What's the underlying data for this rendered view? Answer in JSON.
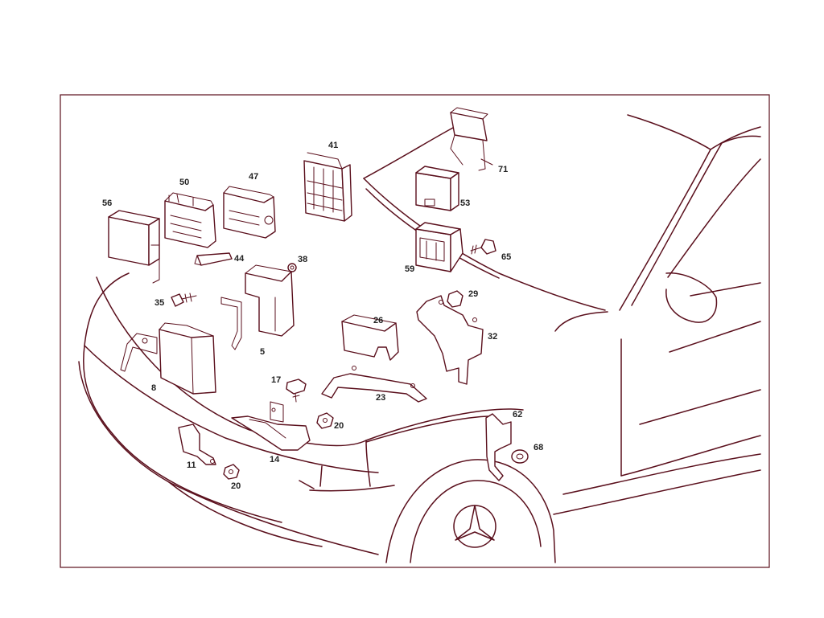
{
  "diagram": {
    "line_color": "#5a0f1c",
    "label_color": "#222222",
    "background": "#ffffff",
    "callouts": [
      {
        "id": "56",
        "text": "56"
      },
      {
        "id": "50",
        "text": "50"
      },
      {
        "id": "47",
        "text": "47"
      },
      {
        "id": "41",
        "text": "41"
      },
      {
        "id": "71",
        "text": "71"
      },
      {
        "id": "53",
        "text": "53"
      },
      {
        "id": "65",
        "text": "65"
      },
      {
        "id": "59",
        "text": "59"
      },
      {
        "id": "44",
        "text": "44"
      },
      {
        "id": "38",
        "text": "38"
      },
      {
        "id": "35",
        "text": "35"
      },
      {
        "id": "5",
        "text": "5"
      },
      {
        "id": "8",
        "text": "8"
      },
      {
        "id": "26",
        "text": "26"
      },
      {
        "id": "29",
        "text": "29"
      },
      {
        "id": "32",
        "text": "32"
      },
      {
        "id": "17",
        "text": "17"
      },
      {
        "id": "23",
        "text": "23"
      },
      {
        "id": "20a",
        "text": "20"
      },
      {
        "id": "14",
        "text": "14"
      },
      {
        "id": "11",
        "text": "11"
      },
      {
        "id": "20b",
        "text": "20"
      },
      {
        "id": "62",
        "text": "62"
      },
      {
        "id": "68",
        "text": "68"
      }
    ]
  }
}
